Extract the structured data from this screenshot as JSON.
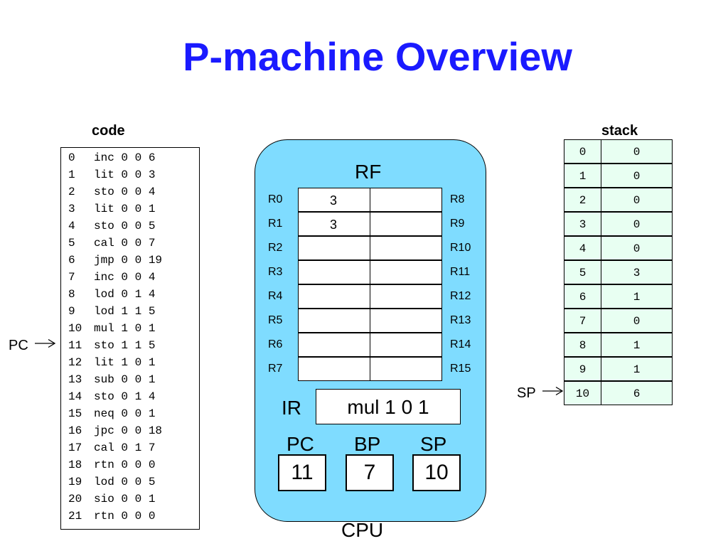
{
  "title": "P-machine Overview",
  "code": {
    "header": "code",
    "lines": [
      {
        "num": "0",
        "text": "inc 0 0 6"
      },
      {
        "num": "1",
        "text": "lit 0 0 3"
      },
      {
        "num": "2",
        "text": "sto 0 0 4"
      },
      {
        "num": "3",
        "text": "lit 0 0 1"
      },
      {
        "num": "4",
        "text": "sto 0 0 5"
      },
      {
        "num": "5",
        "text": "cal 0 0 7"
      },
      {
        "num": "6",
        "text": "jmp 0 0 19"
      },
      {
        "num": "7",
        "text": "inc 0 0 4"
      },
      {
        "num": "8",
        "text": "lod 0 1 4"
      },
      {
        "num": "9",
        "text": "lod 1 1 5"
      },
      {
        "num": "10",
        "text": "mul 1 0 1"
      },
      {
        "num": "11",
        "text": "sto 1 1 5"
      },
      {
        "num": "12",
        "text": "lit 1 0 1"
      },
      {
        "num": "13",
        "text": "sub 0 0 1"
      },
      {
        "num": "14",
        "text": "sto 0 1 4"
      },
      {
        "num": "15",
        "text": "neq 0 0 1"
      },
      {
        "num": "16",
        "text": "jpc 0 0 18"
      },
      {
        "num": "17",
        "text": "cal 0 1 7"
      },
      {
        "num": "18",
        "text": "rtn 0 0 0"
      },
      {
        "num": "19",
        "text": "lod 0 0 5"
      },
      {
        "num": "20",
        "text": "sio 0 0 1"
      },
      {
        "num": "21",
        "text": "rtn 0 0 0"
      }
    ],
    "pc_label": "PC",
    "pc_line_index": 11
  },
  "cpu": {
    "label": "CPU",
    "rf_label": "RF",
    "registers_left": [
      {
        "name": "R0",
        "value": "3"
      },
      {
        "name": "R1",
        "value": "3"
      },
      {
        "name": "R2",
        "value": ""
      },
      {
        "name": "R3",
        "value": ""
      },
      {
        "name": "R4",
        "value": ""
      },
      {
        "name": "R5",
        "value": ""
      },
      {
        "name": "R6",
        "value": ""
      },
      {
        "name": "R7",
        "value": ""
      }
    ],
    "registers_right": [
      {
        "name": "R8",
        "value": ""
      },
      {
        "name": "R9",
        "value": ""
      },
      {
        "name": "R10",
        "value": ""
      },
      {
        "name": "R11",
        "value": ""
      },
      {
        "name": "R12",
        "value": ""
      },
      {
        "name": "R13",
        "value": ""
      },
      {
        "name": "R14",
        "value": ""
      },
      {
        "name": "R15",
        "value": ""
      }
    ],
    "ir_label": "IR",
    "ir_value": "mul 1 0 1",
    "pc_label": "PC",
    "pc_value": "11",
    "bp_label": "BP",
    "bp_value": "7",
    "sp_label": "SP",
    "sp_value": "10"
  },
  "stack": {
    "header": "stack",
    "rows": [
      {
        "index": "0",
        "value": "0"
      },
      {
        "index": "1",
        "value": "0"
      },
      {
        "index": "2",
        "value": "0"
      },
      {
        "index": "3",
        "value": "0"
      },
      {
        "index": "4",
        "value": "0"
      },
      {
        "index": "5",
        "value": "3"
      },
      {
        "index": "6",
        "value": "1"
      },
      {
        "index": "7",
        "value": "0"
      },
      {
        "index": "8",
        "value": "1"
      },
      {
        "index": "9",
        "value": "1"
      },
      {
        "index": "10",
        "value": "6"
      }
    ],
    "sp_label": "SP",
    "sp_row_index": 10
  },
  "colors": {
    "title": "#1a1aff",
    "cpu_fill": "#7fdcff",
    "stack_fill": "#e8fff2"
  }
}
